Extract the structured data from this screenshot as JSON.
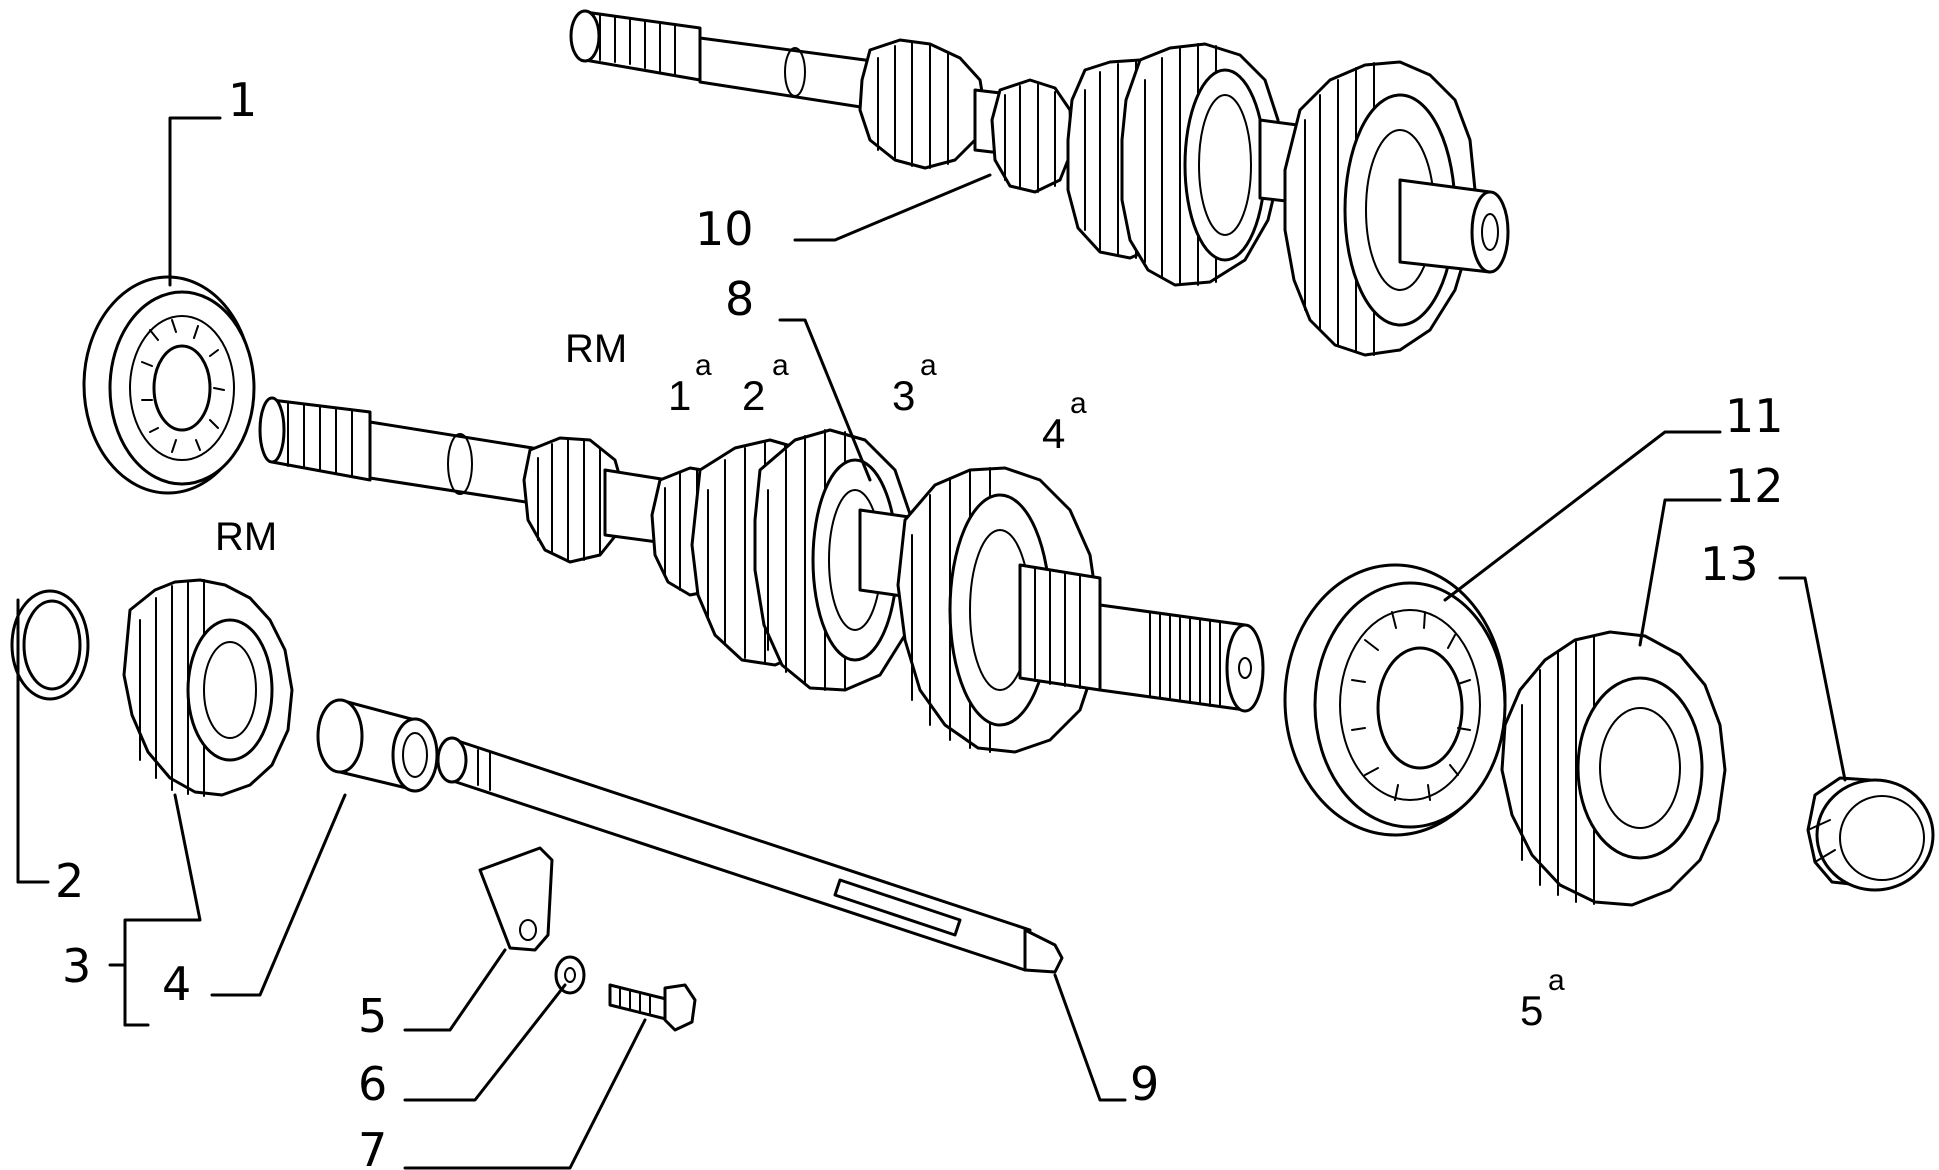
{
  "callouts": {
    "c1": "1",
    "c2": "2",
    "c3": "3",
    "c4": "4",
    "c5": "5",
    "c6": "6",
    "c7": "7",
    "c8": "8",
    "c9": "9",
    "c10": "10",
    "c11": "11",
    "c12": "12",
    "c13": "13"
  },
  "labels": {
    "rm_top": "RM",
    "rm_left": "RM",
    "gear1": "1",
    "gear2": "2",
    "gear3": "3",
    "gear4": "4",
    "gear5": "5",
    "superscript": "a"
  }
}
